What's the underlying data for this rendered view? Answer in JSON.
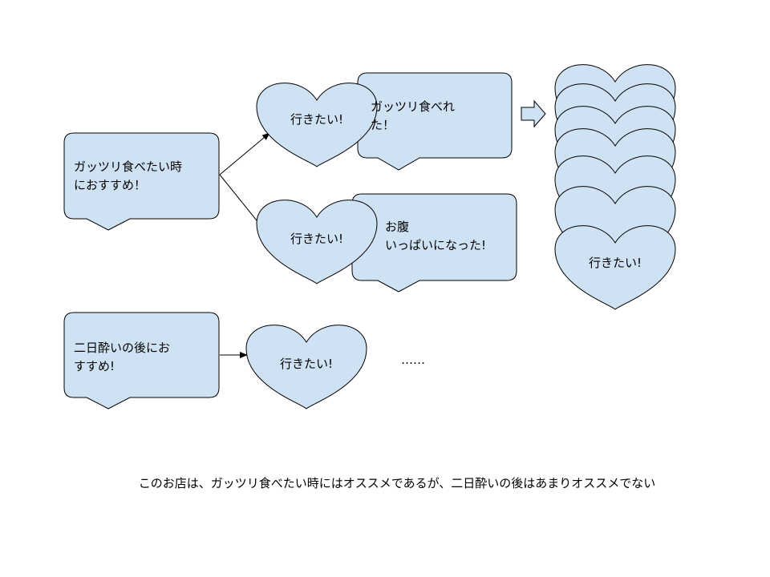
{
  "colors": {
    "fill": "#cfe2f3",
    "stroke": "#000000",
    "background": "#ffffff"
  },
  "bubbles": {
    "recommend_hungry": "ガッツリ食べたい時\nにおすすめ！",
    "recommend_hangover": "二日酔いの後にお\nすすめ!",
    "ate_hearty": "ガッツリ食べれ\nた！",
    "full_stomach": "お腹\nいっぱいになった!"
  },
  "heart_label": "行きたい!",
  "continuation": "……",
  "caption": "このお店は、ガッツリ食べたい時にはオススメであるが、二日酔いの後はあまりオススメでない"
}
